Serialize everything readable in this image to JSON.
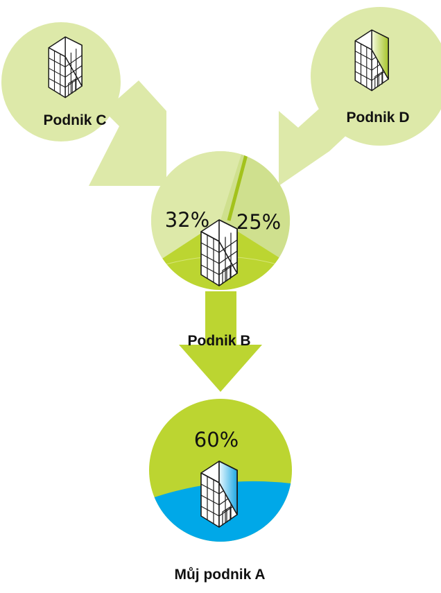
{
  "nodes": {
    "podnik_c": {
      "label": "Podnik C"
    },
    "podnik_d": {
      "label": "Podnik D"
    },
    "podnik_b": {
      "label": "Podnik B",
      "stakes": {
        "from_c": "32%",
        "from_d": "25%"
      }
    },
    "muj_podnik_a": {
      "label": "Můj podnik A",
      "stake": "60%"
    }
  },
  "icons": {
    "company": "office-building-icon"
  },
  "colors": {
    "light_green": "#dde9a9",
    "mid_green": "#cfe08e",
    "accent_green": "#bcd531",
    "blue": "#00a8e8",
    "divider_green": "#a3c21c",
    "text": "#111111"
  }
}
